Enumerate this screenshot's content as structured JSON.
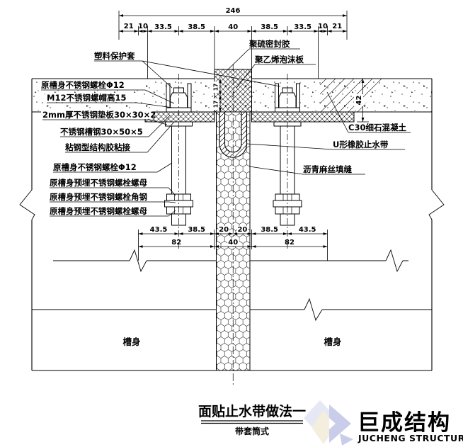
{
  "drawing": {
    "title": "面贴止水带做法一",
    "subtitle": "带套筒式",
    "body_label_left": "槽身",
    "body_label_right": "槽身"
  },
  "dims": {
    "top_overall": "246",
    "top_segments": [
      "21",
      "10",
      "33.5",
      "38.5",
      "40",
      "38.5",
      "33.5",
      "10",
      "21"
    ],
    "bottom_row1": [
      "43.5",
      "38.5",
      "20",
      "20",
      "38.5",
      "43.5"
    ],
    "bottom_row2": [
      "82",
      "40",
      "82"
    ],
    "vertical_pair": [
      "17",
      "17"
    ],
    "vertical_right": "42"
  },
  "callouts": {
    "plastic_sleeve": "塑料保护套",
    "sealant": "聚硫密封胶",
    "foam_board": "聚乙烯泡沫板",
    "left": [
      "原槽身不锈钢螺栓Φ12",
      "M12不锈钢螺帽高15",
      "2mm厚不锈钢垫板30×30×2",
      "不锈钢槽钢30×50×5",
      "粘钢型结构胶粘接",
      "原槽身不锈钢螺栓Φ12",
      "原槽身预埋不锈钢螺栓螺母",
      "原槽身预埋不锈钢螺栓角钢",
      "原槽身预埋不锈钢螺栓螺母"
    ],
    "right": [
      "C30细石混凝土",
      "U形橡胶止水带",
      "沥青麻丝填缝"
    ]
  },
  "logo": {
    "cn": "巨成结构",
    "en": "JUCHENG STRUCTURE",
    "color": "#c9cde9",
    "accent": "#f3eedd"
  },
  "colors": {
    "line": "#000000",
    "background": "#ffffff"
  }
}
